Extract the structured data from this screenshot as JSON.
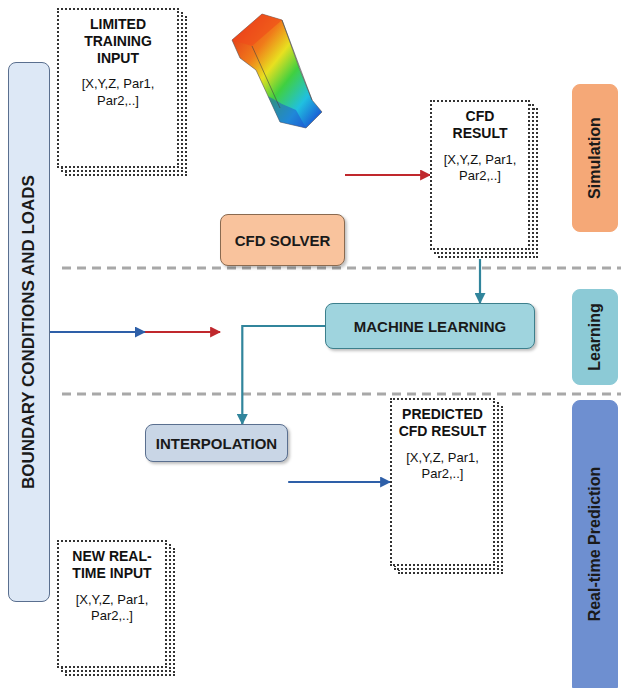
{
  "diagram": {
    "nodes": [
      {
        "text": [
          "BOUNDARY CONDITIONS AND LOADS"
        ]
      },
      {
        "text": [
          "LIMITED TRAINING INPUT",
          "[X,Y,Z, Par1, Par2,..]"
        ]
      },
      {
        "text": [
          "CFD SOLVER"
        ]
      },
      {
        "text": [
          "CFD RESULT",
          "[X,Y,Z, Par1, Par2,..]"
        ]
      },
      {
        "text": [
          "Simulation"
        ]
      },
      {
        "text": [
          "MACHINE LEARNING"
        ]
      },
      {
        "text": [
          "Learning"
        ]
      },
      {
        "text": [
          "INTERPOLATION"
        ]
      },
      {
        "text": [
          "PREDICTED CFD RESULT",
          "[X,Y,Z, Par1, Par2,..]"
        ]
      },
      {
        "text": [
          "NEW REAL-TIME INPUT",
          "[X,Y,Z, Par1, Par2,..]"
        ]
      },
      {
        "text": [
          "Real-time Prediction"
        ]
      }
    ],
    "edges": [
      {
        "from": 0,
        "to": 2,
        "arrow": "to"
      },
      {
        "from": 2,
        "to": 3,
        "arrow": "to"
      },
      {
        "from": 3,
        "to": 5,
        "arrow": "to"
      },
      {
        "from": 5,
        "to": 7,
        "arrow": "to"
      },
      {
        "from": 0,
        "to": 7,
        "arrow": "to"
      },
      {
        "from": 7,
        "to": 8,
        "arrow": "to"
      }
    ]
  }
}
